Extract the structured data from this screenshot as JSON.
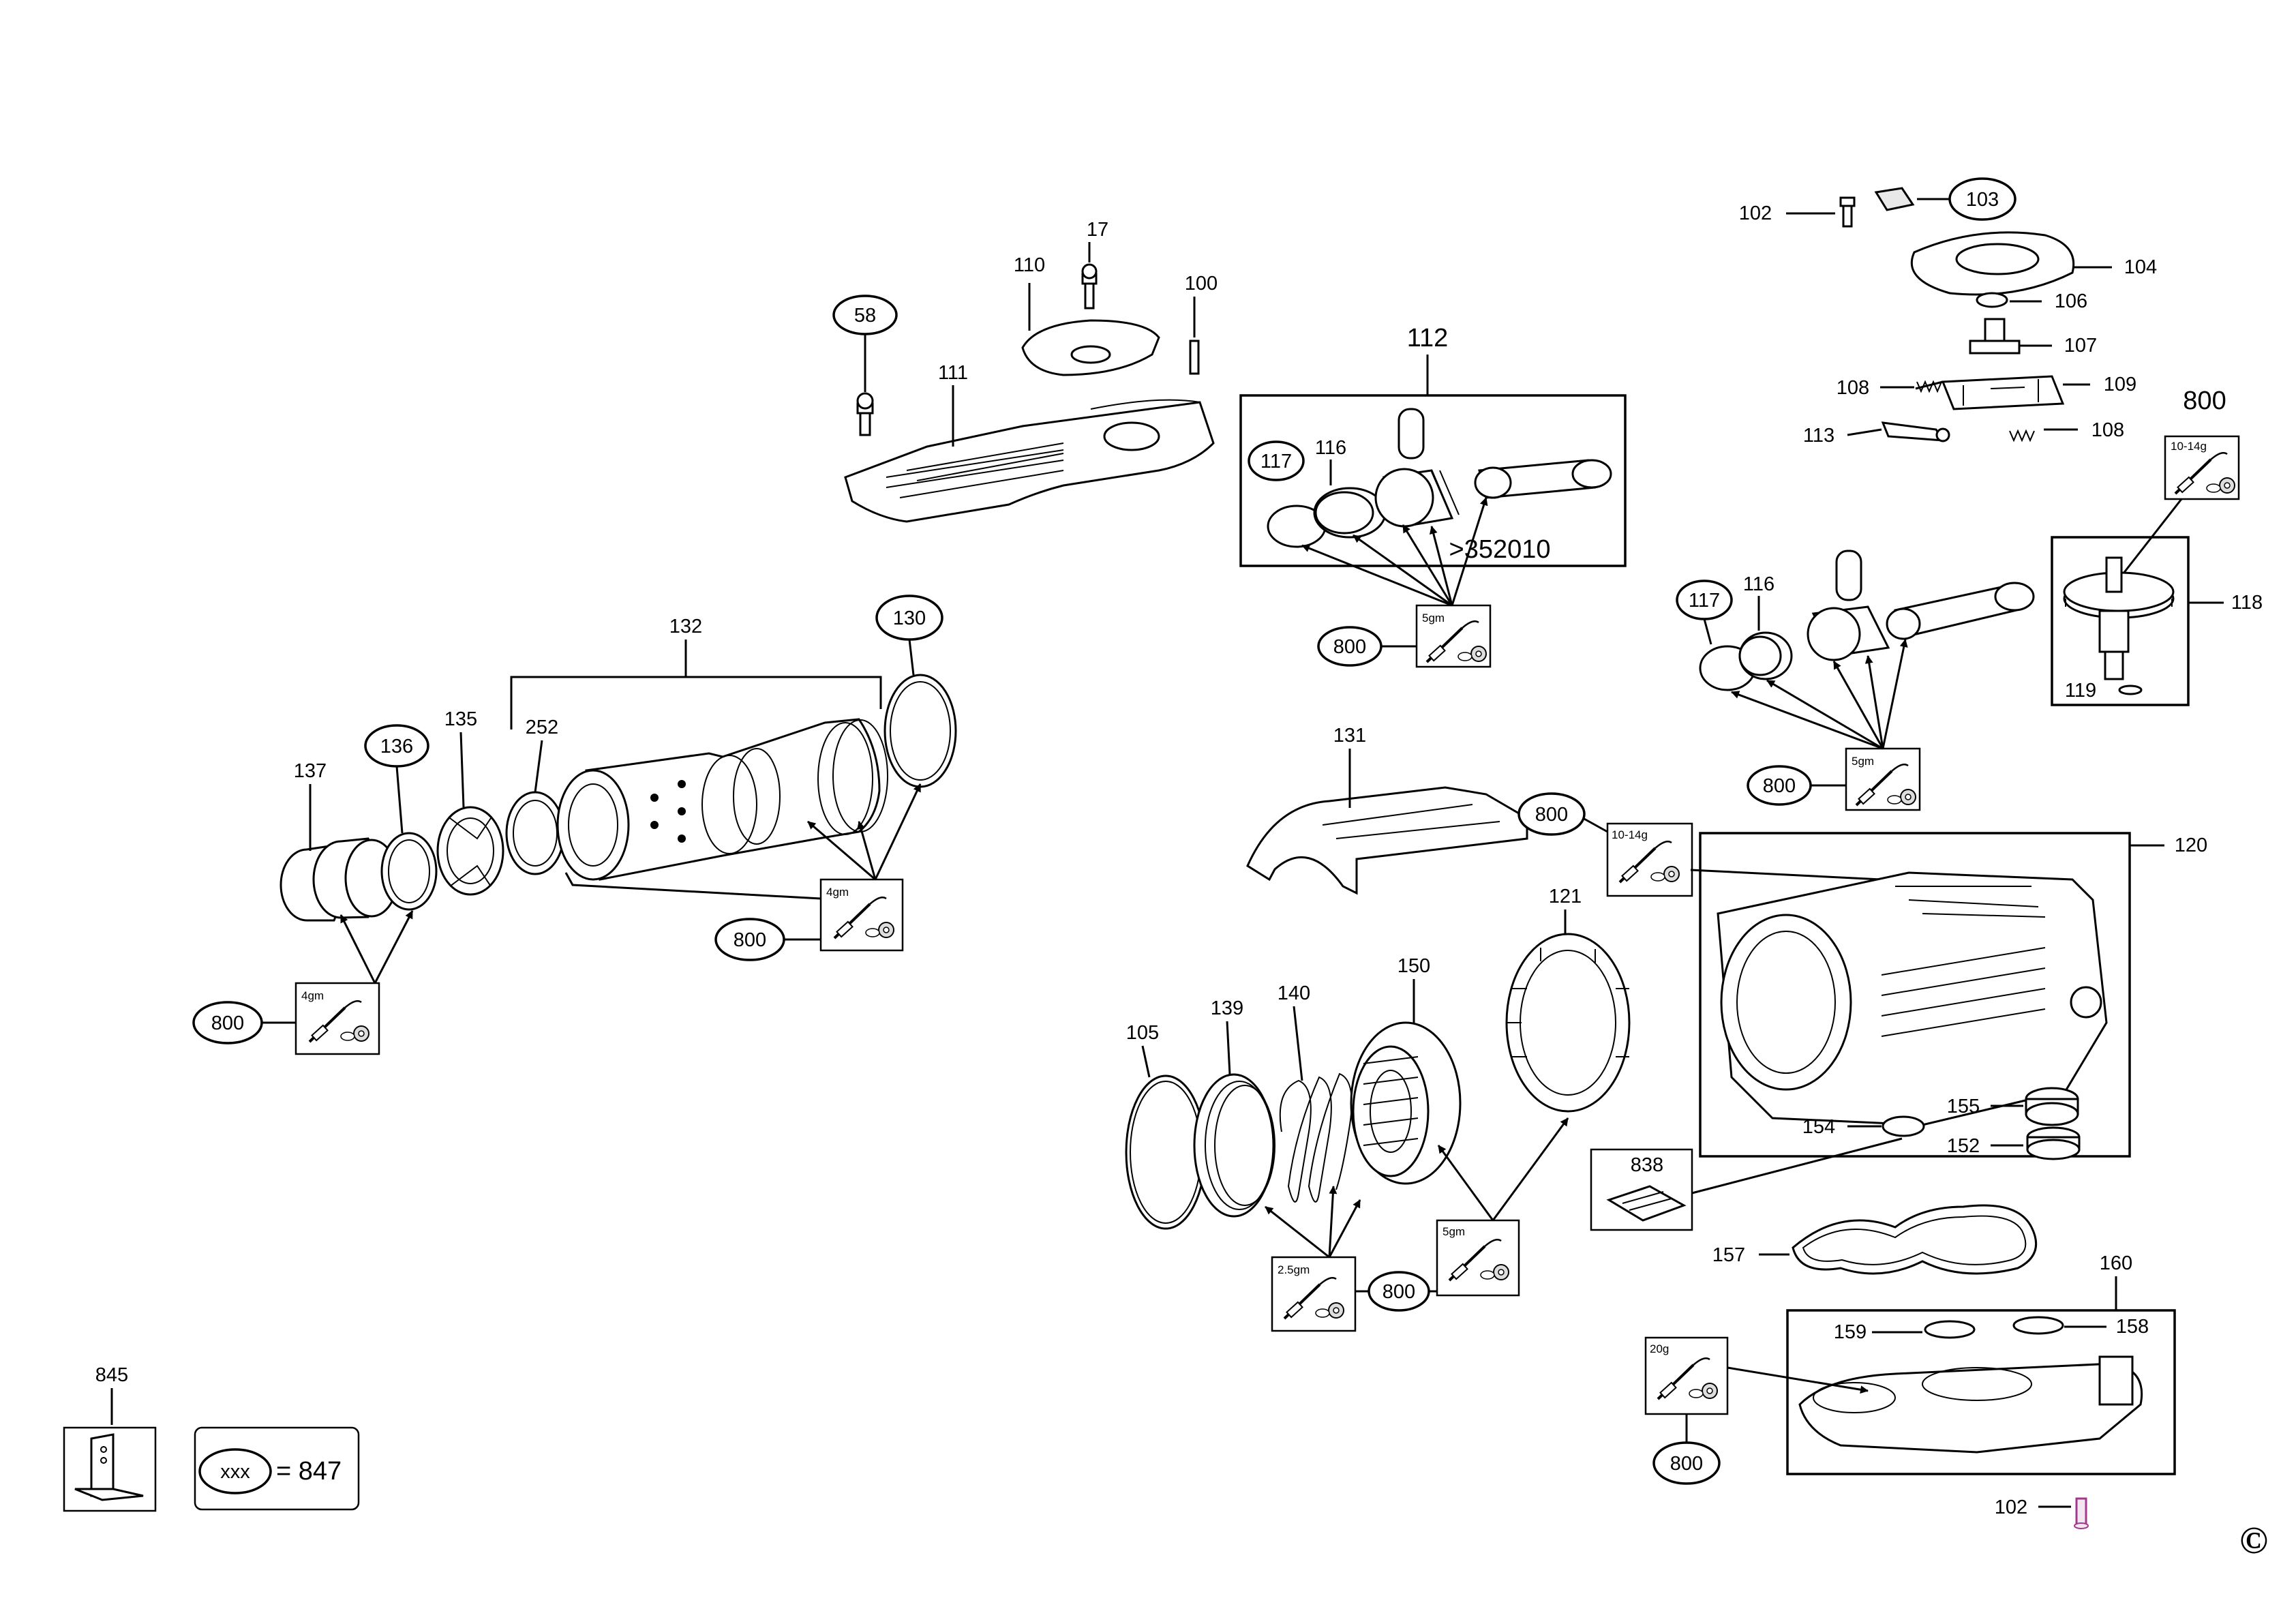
{
  "labels": {
    "p17": "17",
    "p58": "58",
    "p100": "100",
    "p110": "110",
    "p111": "111",
    "p112": "112",
    "p116a": "116",
    "p117a": "117",
    "p352010": ">352010",
    "p800_5gm_top": "800",
    "p102_top": "102",
    "p103": "103",
    "p104": "104",
    "p106": "106",
    "p107": "107",
    "p108a": "108",
    "p108b": "108",
    "p109": "109",
    "p113": "113",
    "p800_1014_top": "800",
    "p116b": "116",
    "p117b": "117",
    "p118": "118",
    "p119": "119",
    "p800_5gm_right": "800",
    "p130": "130",
    "p132": "132",
    "p135": "135",
    "p136": "136",
    "p137": "137",
    "p252": "252",
    "p800_4gm_a": "800",
    "p800_4gm_b": "800",
    "p131": "131",
    "p800_1014_mid": "800",
    "p120": "120",
    "p121": "121",
    "p105": "105",
    "p139": "139",
    "p140": "140",
    "p150": "150",
    "p800_25": "800",
    "p800_5gm_mid": "800",
    "p154": "154",
    "p155": "155",
    "p152": "152",
    "p838": "838",
    "p157": "157",
    "p160": "160",
    "p159": "159",
    "p158": "158",
    "p800_20g": "800",
    "p102_bot": "102",
    "p845": "845"
  },
  "lube_amounts": {
    "g1014_top": "10-14g",
    "g5gm_top": "5gm",
    "g5gm_right": "5gm",
    "g4gm_a": "4gm",
    "g4gm_b": "4gm",
    "g1014_mid": "10-14g",
    "g25": "2.5gm",
    "g5gm_mid": "5gm",
    "g20": "20g"
  },
  "legend": {
    "symbol": "xxx",
    "equals": "= 847"
  },
  "copyright": "©"
}
